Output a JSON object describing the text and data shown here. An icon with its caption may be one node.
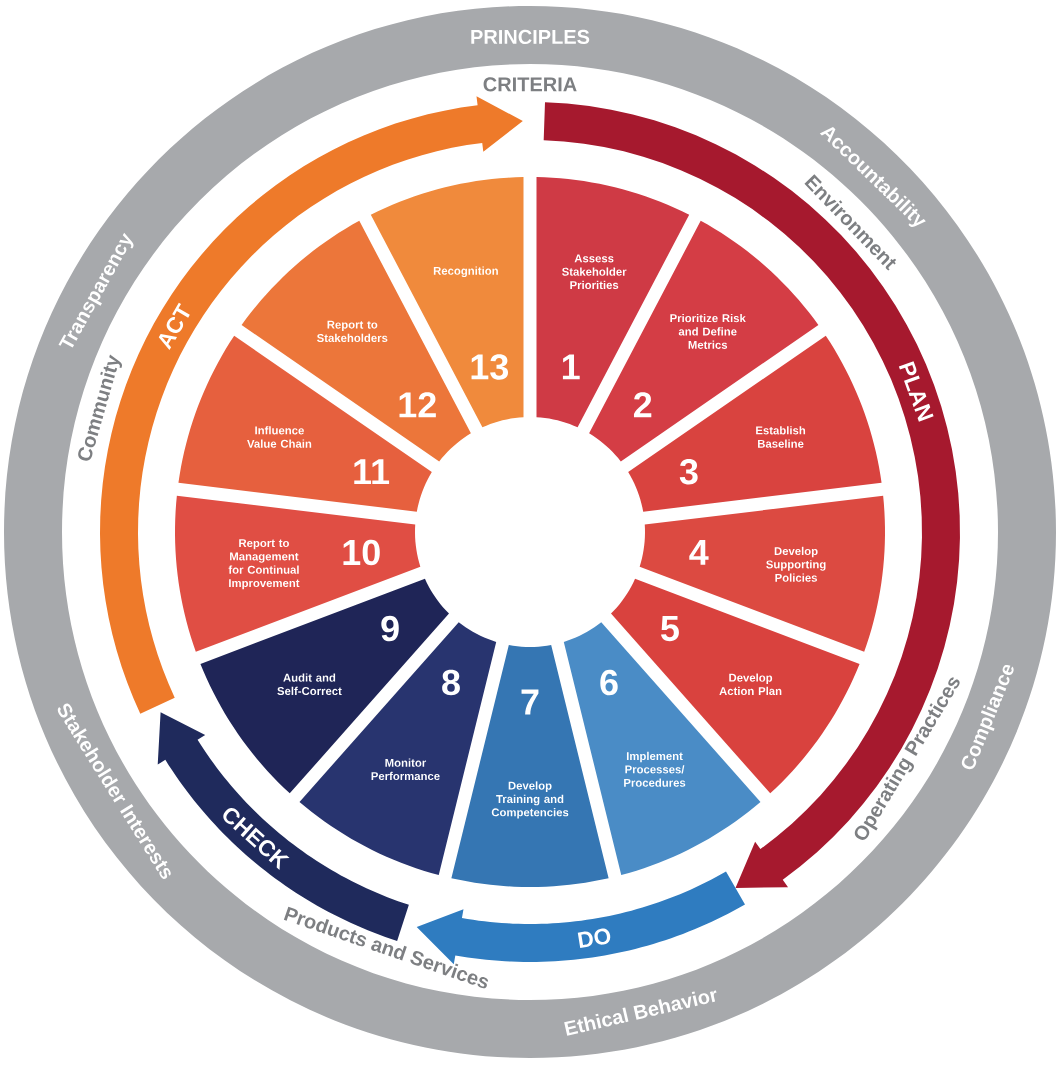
{
  "diagram": {
    "nodes": [
      {
        "text": [
          "PRINCIPLES",
          "Accountability",
          "Compliance",
          "Ethical Behavior",
          "Stakeholder Interests",
          "Transparency"
        ]
      },
      {
        "text": [
          "PLAN"
        ],
        "in": 0
      },
      {
        "text": [
          "DO"
        ],
        "in": 0
      },
      {
        "text": [
          "CHECK"
        ],
        "in": 0
      },
      {
        "text": [
          "ACT"
        ],
        "in": 0
      },
      {
        "text": [
          "Assess Stakeholder Priorities",
          "1"
        ],
        "in": 0
      },
      {
        "text": [
          "Prioritize Risk and Define Metrics",
          "2"
        ],
        "in": 0
      },
      {
        "text": [
          "Establish Baseline",
          "3"
        ],
        "in": 0
      },
      {
        "text": [
          "4",
          "Develop Supporting Policies"
        ],
        "in": 0
      },
      {
        "text": [
          "5",
          "Develop Action Plan"
        ],
        "in": 0
      },
      {
        "text": [
          "6",
          "Implement Processes/ Procedures"
        ],
        "in": 0
      },
      {
        "text": [
          "7",
          "Develop Training and Competencies"
        ],
        "in": 0
      },
      {
        "text": [
          "8",
          "Monitor Performance"
        ],
        "in": 0
      },
      {
        "text": [
          "9",
          "Audit and Self-Correct"
        ],
        "in": 0
      },
      {
        "text": [
          "Report to Management for Continual Improvement",
          "10"
        ],
        "in": 0
      },
      {
        "text": [
          "Influence Value Chain",
          "11"
        ],
        "in": 0
      },
      {
        "text": [
          "Report to Stakeholders",
          "12"
        ],
        "in": 0
      },
      {
        "text": [
          "Recognition",
          "13"
        ],
        "in": 0
      }
    ],
    "labels": [
      "CRITERIA",
      "Environment",
      "Operating Practices",
      "Products and Services",
      "Community"
    ]
  }
}
